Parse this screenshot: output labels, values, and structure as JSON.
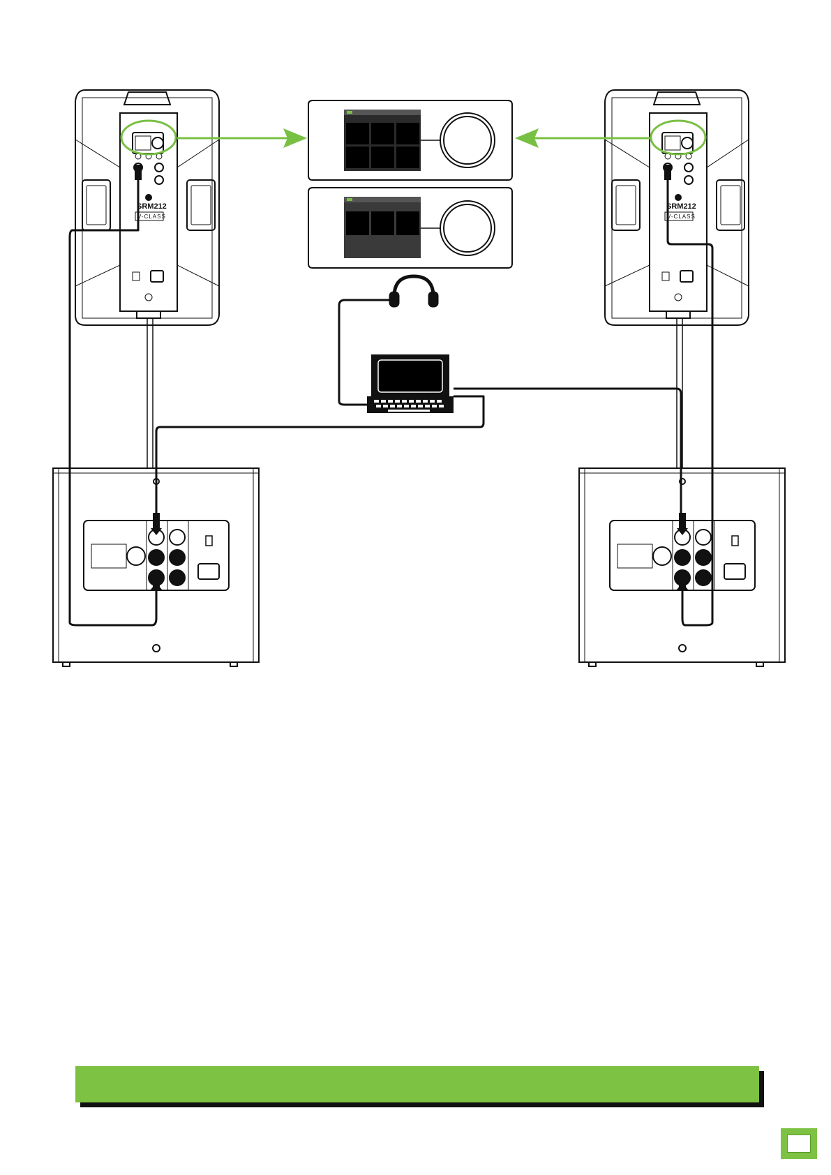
{
  "speaker_left": {
    "model": "SRM212",
    "series": "V-CLASS"
  },
  "speaker_right": {
    "model": "SRM212",
    "series": "V-CLASS"
  },
  "colors": {
    "accent": "#7dc242",
    "line": "#111111",
    "screen": "#2b2b2b",
    "highlight": "#78c043"
  },
  "icons": [
    "app-screen-icon",
    "headphones-icon",
    "laptop-icon",
    "arrow-right-icon",
    "arrow-left-icon",
    "xlr-connector-icon",
    "power-inlet-icon"
  ],
  "caption_bar": {
    "text": ""
  },
  "page_tab": {
    "text": ""
  }
}
